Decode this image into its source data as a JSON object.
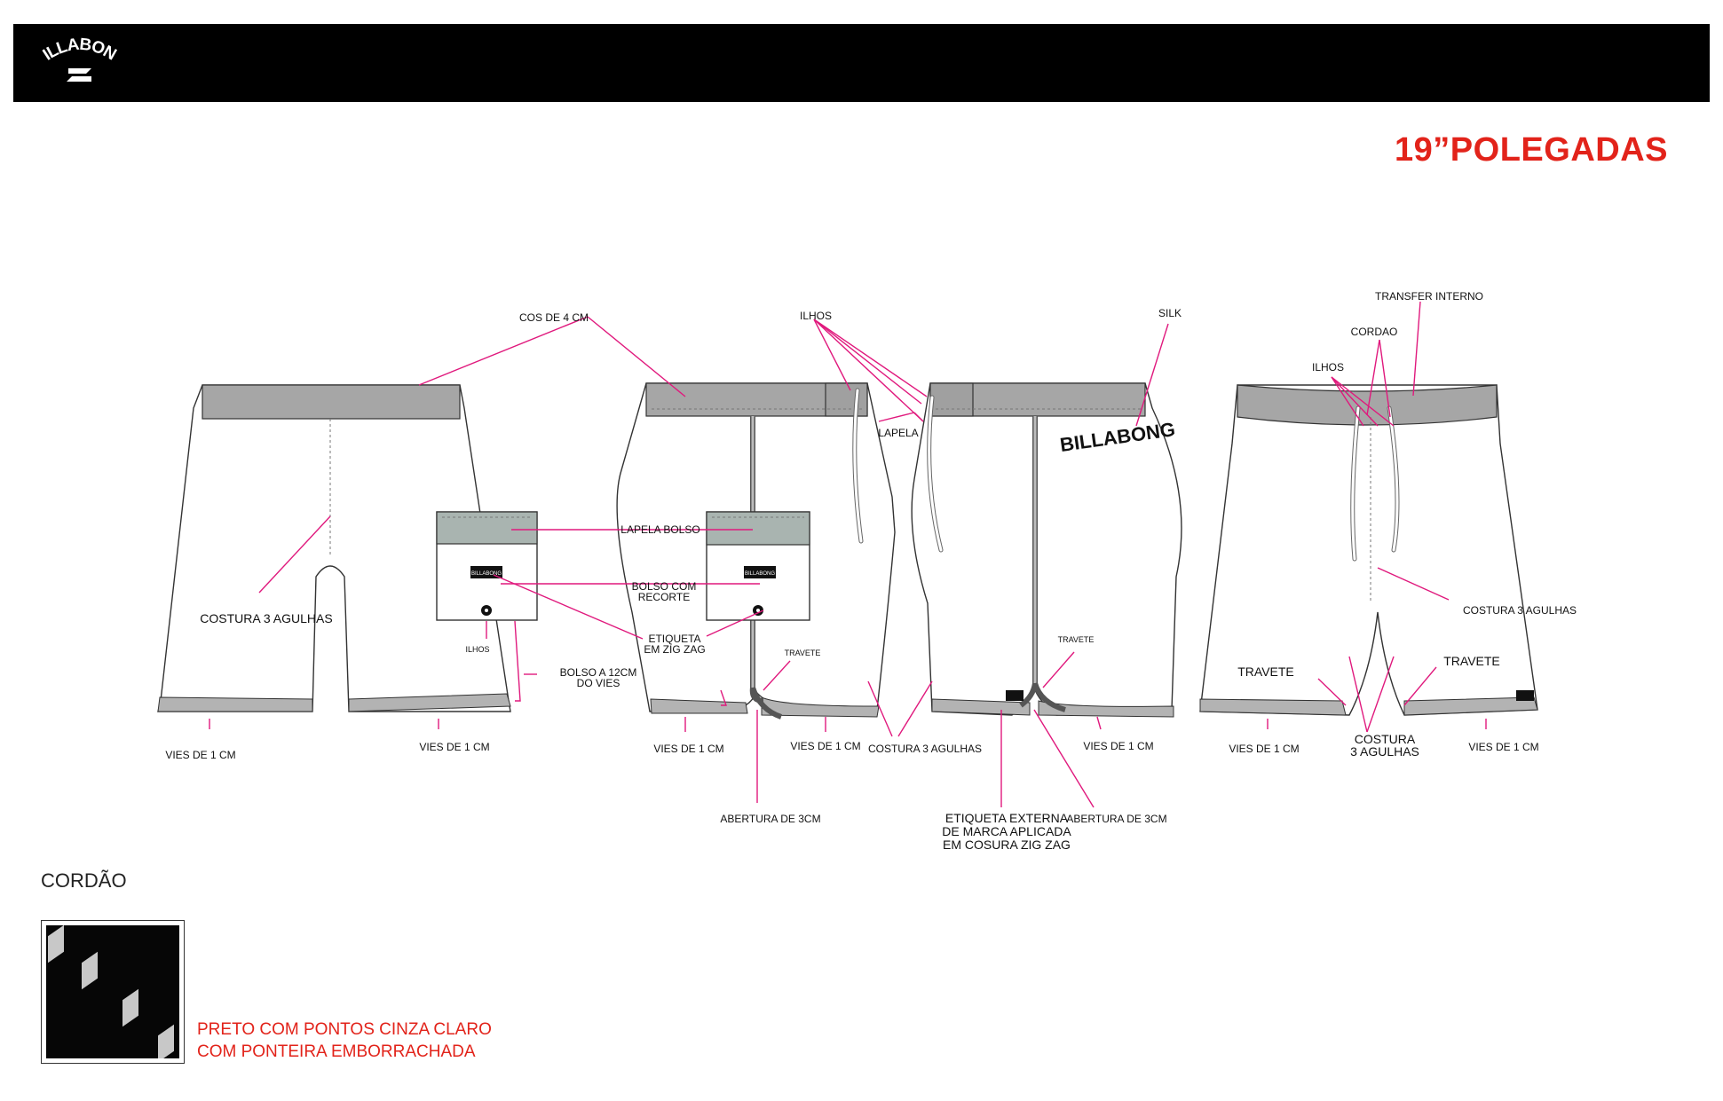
{
  "brand": {
    "logo_text": "BILLABONG"
  },
  "page": {
    "heading": "19”POLEGADAS"
  },
  "callouts": {
    "cos": "COS DE 4 CM",
    "costura_left": "COSTURA 3 AGULHAS",
    "lapela_bolso": "LAPELA BOLSO",
    "bolso_recorte_1": "BOLSO COM",
    "bolso_recorte_2": "RECORTE",
    "etiqueta_zig_1": "ETIQUETA",
    "etiqueta_zig_2": "EM ZIG ZAG",
    "bolso_12_1": "BOLSO A 12CM",
    "bolso_12_2": "DO VIES",
    "ilhos_pocket": "ILHOS",
    "vies_1": "VIES DE 1 CM",
    "vies_2": "VIES DE 1 CM",
    "vies_3": "VIES DE 1 CM",
    "vies_4": "VIES DE 1 CM",
    "vies_5": "VIES DE 1 CM",
    "vies_6": "VIES DE 1 CM",
    "vies_7": "VIES DE 1 CM",
    "ilhos_mid": "ILHOS",
    "lapela": "LAPELA",
    "silk": "SILK",
    "travete_1": "TRAVETE",
    "travete_2": "TRAVETE",
    "costura_mid": "COSTURA 3 AGULHAS",
    "abertura_1": "ABERTURA DE 3CM",
    "abertura_2": "ABERTURA DE 3CM",
    "etiqueta_ext_1": "ETIQUETA EXTERNA",
    "etiqueta_ext_2": "DE MARCA APLICADA",
    "etiqueta_ext_3": "EM COSURA ZIG ZAG",
    "transfer": "TRANSFER INTERNO",
    "cordao_label": "CORDAO",
    "ilhos_right": "ILHOS",
    "costura_right": "COSTURA 3 AGULHAS",
    "travete_3": "TRAVETE",
    "travete_4": "TRAVETE",
    "costura_3_1": "COSTURA",
    "costura_3_2": "3 AGULHAS"
  },
  "cordao": {
    "title": "CORDÃO",
    "note_line1": "PRETO COM PONTOS CINZA CLARO",
    "note_line2": "COM PONTEIRA EMBORRACHADA"
  },
  "colors": {
    "header_bar": "#000000",
    "accent_red": "#e2231a",
    "leader_pink": "#e0197d",
    "waistband_gray": "#a6a6a6",
    "flap_gray": "#a9b4b0"
  }
}
